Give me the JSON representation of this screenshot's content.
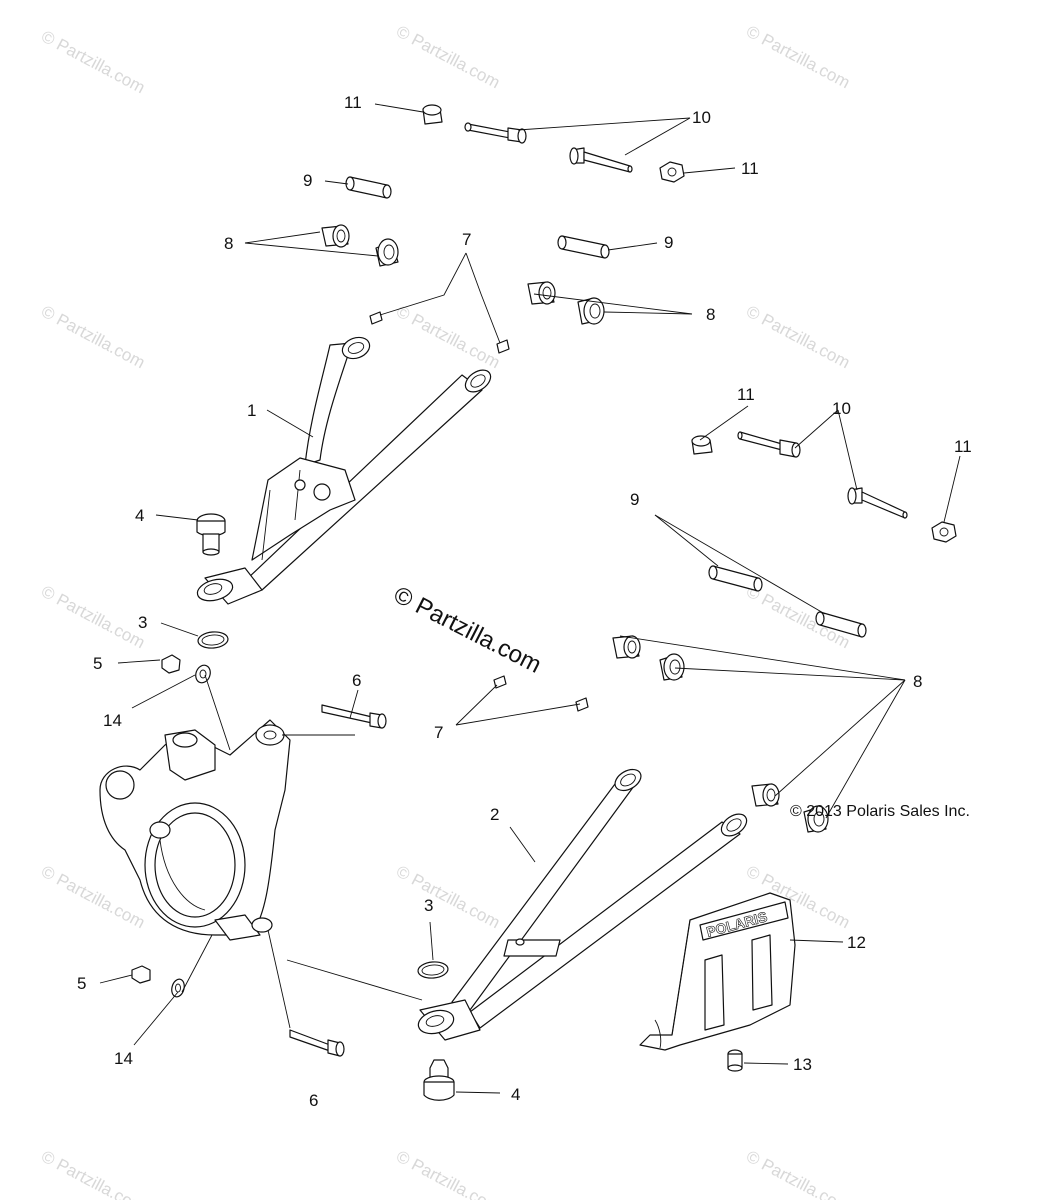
{
  "watermark_text": "© Partzilla.com",
  "center_watermark": "© Partzilla.com",
  "copyright": "© 2013 Polaris Sales Inc.",
  "guard_logo": "POLARIS",
  "callouts": {
    "c11a": "11",
    "c10a": "10",
    "c11b": "11",
    "c9a": "9",
    "c8a": "8",
    "c7a": "7",
    "c9b": "9",
    "c8b": "8",
    "c1": "1",
    "c11c": "11",
    "c10b": "10",
    "c11d": "11",
    "c4a": "4",
    "c9c": "9",
    "c3a": "3",
    "c5a": "5",
    "c14a": "14",
    "c6a": "6",
    "c7b": "7",
    "c8c": "8",
    "c2": "2",
    "c3b": "3",
    "c12": "12",
    "c5b": "5",
    "c14b": "14",
    "c13": "13",
    "c6b": "6",
    "c4b": "4"
  }
}
